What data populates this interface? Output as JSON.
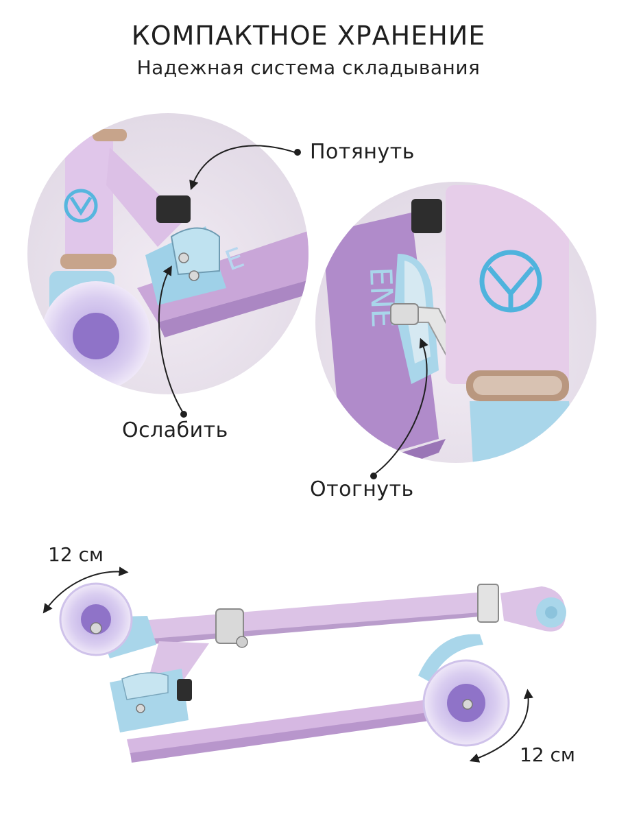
{
  "header": {
    "title": "КОМПАКТНОЕ ХРАНЕНИЕ",
    "subtitle": "Надежная система складывания"
  },
  "callouts": {
    "pull": "Потянуть",
    "loosen": "Ослабить",
    "bend": "Отогнуть"
  },
  "dimensions": {
    "front_wheel": "12 см",
    "rear_wheel": "12 см"
  },
  "colors": {
    "lilac": "#dcc3e6",
    "lilac_dark": "#b99ccb",
    "light_blue": "#a9d6ea",
    "wheel_purple": "#9b7fd0",
    "metal": "#c9b8a8"
  }
}
